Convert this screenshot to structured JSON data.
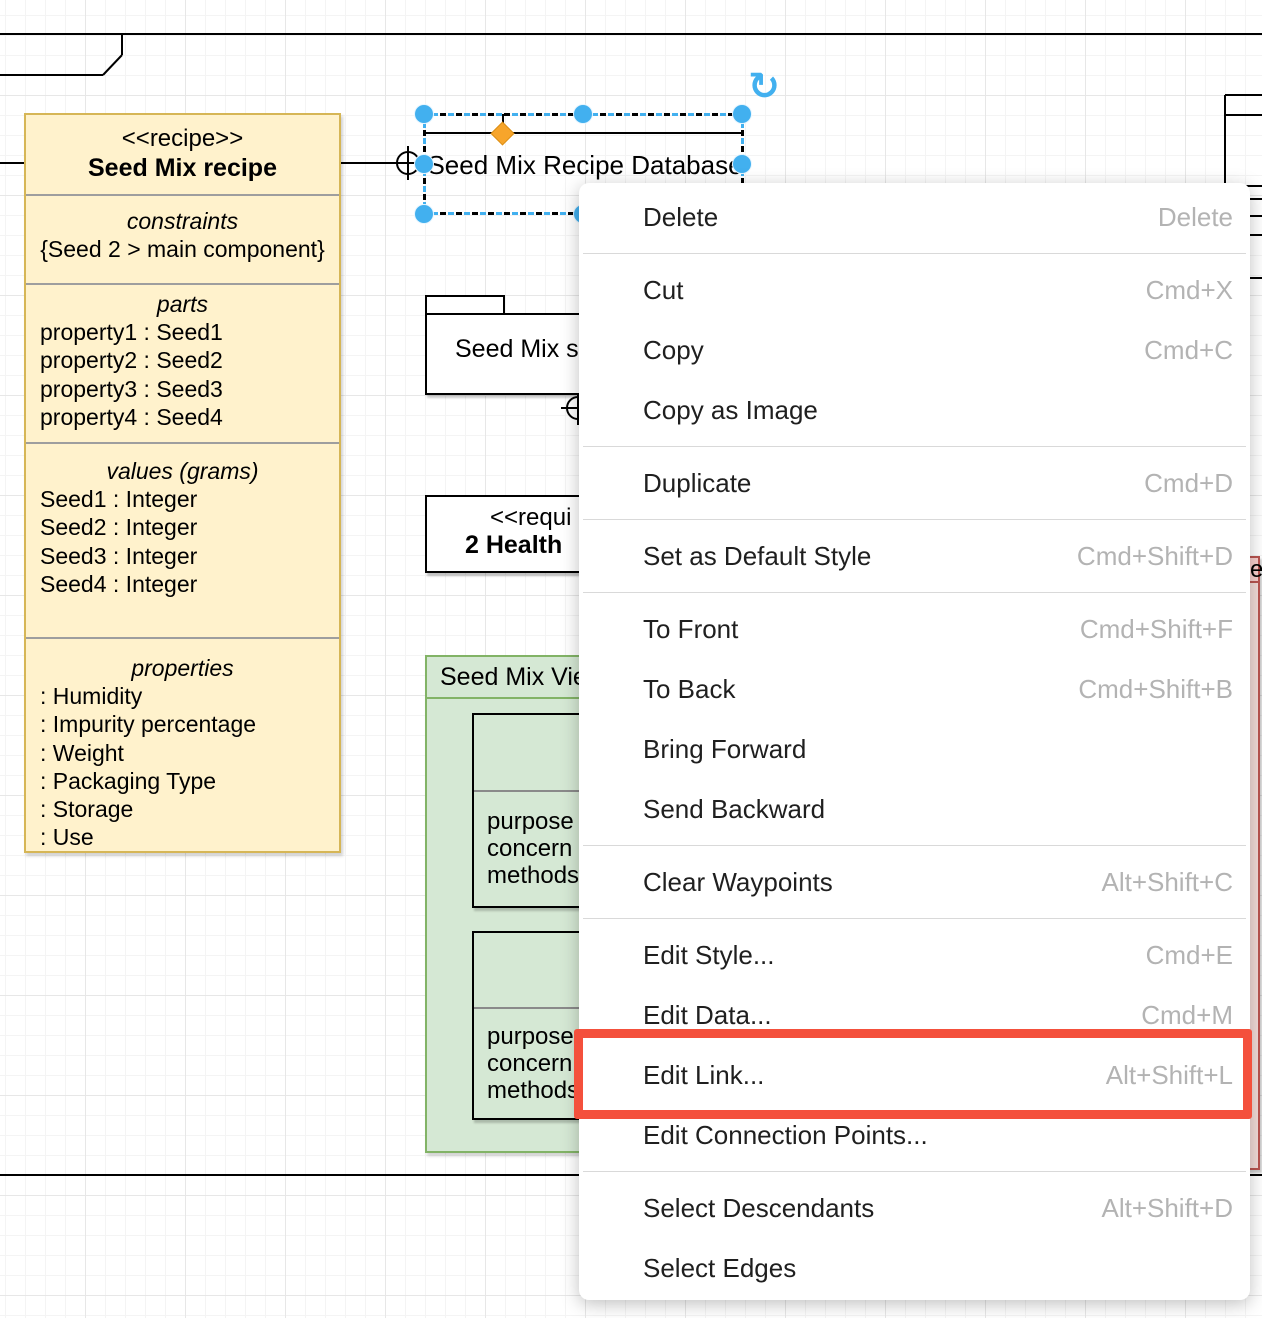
{
  "colors": {
    "selection_accent": "#42b0ef",
    "waypoint_orange": "#f7a52b",
    "highlight_red": "#f4503c",
    "class_yellow_fill": "#fff2cc",
    "class_yellow_border": "#d6b656",
    "view_green_fill": "#d5e8d4",
    "view_green_border": "#82b366",
    "pink_fill": "#f8cecc",
    "pink_border": "#b85450"
  },
  "canvas": {
    "edge_label": "Seed Mix Recipe Database",
    "recipe_class": {
      "stereotype": "<<recipe>>",
      "title": "Seed Mix recipe",
      "constraints": {
        "title": "constraints",
        "value": "{Seed 2 > main component}"
      },
      "parts": {
        "title": "parts",
        "rows": [
          "property1 : Seed1",
          "property2 : Seed2",
          "property3 : Seed3",
          "property4 : Seed4"
        ]
      },
      "values": {
        "title": "values (grams)",
        "rows": [
          "Seed1 : Integer",
          "Seed2 : Integer",
          "Seed3 : Integer",
          "Seed4 : Integer"
        ]
      },
      "properties": {
        "title": "properties",
        "rows": [
          ": Humidity",
          ": Impurity percentage",
          ": Weight",
          ": Packaging Type",
          ": Storage",
          ": Use"
        ]
      }
    },
    "folder_shape": {
      "label": "Seed Mix s"
    },
    "requirement_shape": {
      "stereotype": "<<requi",
      "title": "2 Health"
    },
    "view_container": {
      "title": "Seed Mix Vie",
      "box1": {
        "rows": [
          "purpose",
          "concern",
          "methods"
        ]
      },
      "box2": {
        "rows": [
          "purpose",
          "concern",
          "methods"
        ]
      }
    },
    "pink_shape": {
      "label": "e"
    },
    "rotate_icon": "↻"
  },
  "context_menu": {
    "items": [
      {
        "label": "Delete",
        "shortcut": "Delete"
      },
      {
        "label": "Cut",
        "shortcut": "Cmd+X"
      },
      {
        "label": "Copy",
        "shortcut": "Cmd+C"
      },
      {
        "label": "Copy as Image",
        "shortcut": ""
      },
      {
        "label": "Duplicate",
        "shortcut": "Cmd+D"
      },
      {
        "label": "Set as Default Style",
        "shortcut": "Cmd+Shift+D"
      },
      {
        "label": "To Front",
        "shortcut": "Cmd+Shift+F"
      },
      {
        "label": "To Back",
        "shortcut": "Cmd+Shift+B"
      },
      {
        "label": "Bring Forward",
        "shortcut": ""
      },
      {
        "label": "Send Backward",
        "shortcut": ""
      },
      {
        "label": "Clear Waypoints",
        "shortcut": "Alt+Shift+C"
      },
      {
        "label": "Edit Style...",
        "shortcut": "Cmd+E"
      },
      {
        "label": "Edit Data...",
        "shortcut": "Cmd+M"
      },
      {
        "label": "Edit Link...",
        "shortcut": "Alt+Shift+L"
      },
      {
        "label": "Edit Connection Points...",
        "shortcut": ""
      },
      {
        "label": "Select Descendants",
        "shortcut": "Alt+Shift+D"
      },
      {
        "label": "Select Edges",
        "shortcut": ""
      }
    ]
  }
}
